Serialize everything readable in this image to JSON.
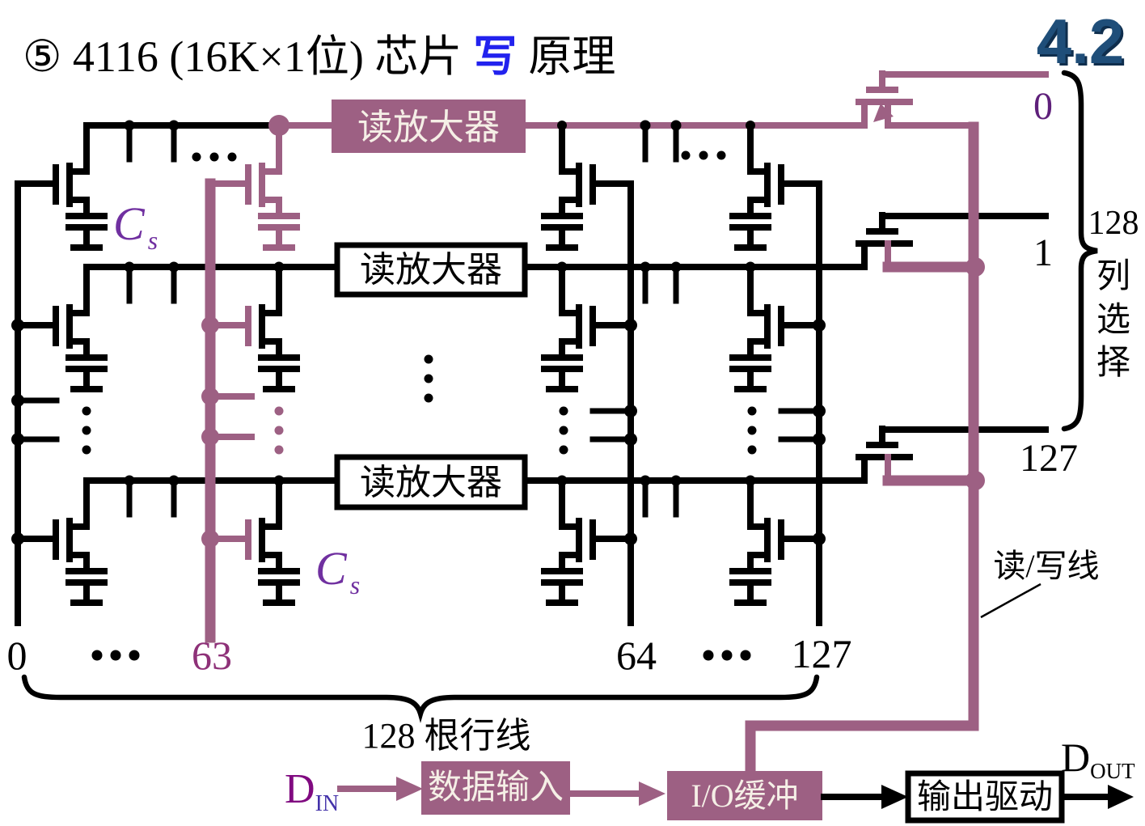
{
  "colors": {
    "purple": "#9d6083",
    "cream": "#f5efe6",
    "navy": "#1f4e79",
    "title_blue": "#2222ee",
    "violet": "#7030a0",
    "wl63_label": "#8e3178",
    "col0_label": "#5e1f7a",
    "din_main": "#800a80",
    "din_sub": "#4433aa",
    "black": "#000000"
  },
  "title": {
    "prefix": "⑤ 4116 (16K×1位) 芯片",
    "highlight": "写",
    "suffix": "原理",
    "section": "4.2"
  },
  "sense_amp": {
    "label": "读放大器"
  },
  "column_select": {
    "line0": "0",
    "line1": "1",
    "line127": "127",
    "count": "128",
    "caption": [
      "列",
      "选",
      "择"
    ]
  },
  "word_lines": {
    "l0": "0",
    "l63": "63",
    "l64": "64",
    "l127": "127",
    "brace_label": "128 根行线"
  },
  "cap_label": {
    "main": "C",
    "sub": "s"
  },
  "rw_line": {
    "label": "读/写线"
  },
  "datapath": {
    "din_main": "D",
    "din_sub": "IN",
    "data_input": "数据输入",
    "io_buffer": "I/O缓冲",
    "output_driver": "输出驱动",
    "dout_main": "D",
    "dout_sub": "OUT"
  }
}
